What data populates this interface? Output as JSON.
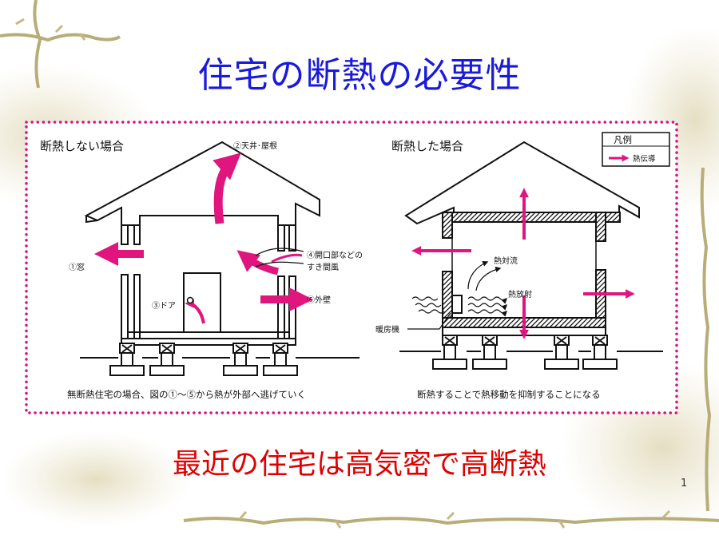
{
  "slide": {
    "title": "住宅の断熱の必要性",
    "subtitle": "最近の住宅は高気密で高断熱",
    "page_number": "1"
  },
  "figure": {
    "left": {
      "heading": "断熱しない場合",
      "labels": {
        "ceiling": "②天井･屋根",
        "window": "①窓",
        "openings_line1": "④開口部などの",
        "openings_line2": "すき間風",
        "door": "③ドア",
        "wall": "⑤外壁"
      },
      "caption": "無断熱住宅の場合、図の①～⑤から熱が外部へ逃げていく"
    },
    "right": {
      "heading": "断熱した場合",
      "labels": {
        "convection": "熱対流",
        "radiation": "熱放射",
        "heater": "暖房機"
      },
      "caption": "断熱することで熱移動を抑制することになる"
    },
    "legend": {
      "title": "凡例",
      "item": "熱伝導"
    }
  },
  "colors": {
    "title": "#1a1adc",
    "subtitle": "#e00000",
    "arrow": "#e0157e",
    "border_dots": "#d8147c"
  }
}
